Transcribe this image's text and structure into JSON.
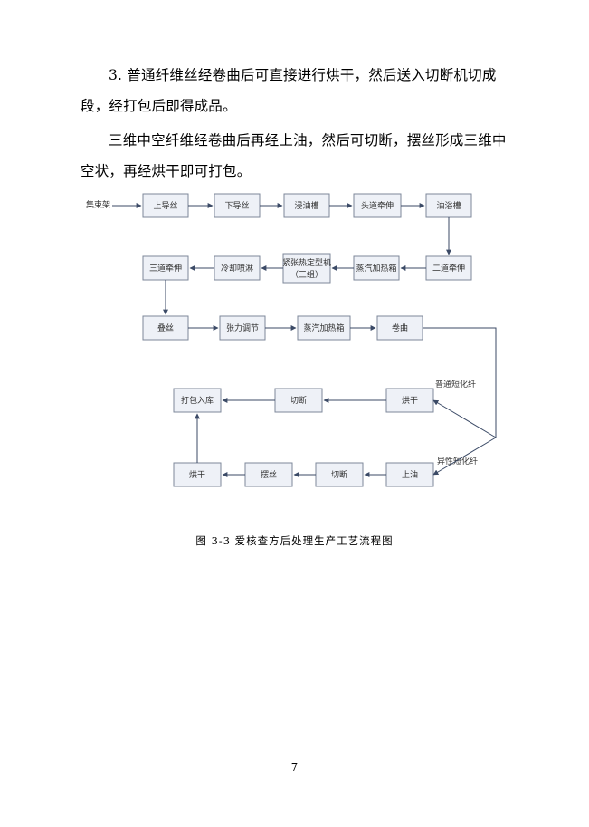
{
  "paragraphs": [
    "3. 普通纤维丝经卷曲后可直接进行烘干，然后送入切断机切成段，经打包后即得成品。",
    "三维中空纤维经卷曲后再经上油，然后可切断，摆丝形成三维中空状，再经烘干即可打包。"
  ],
  "flowchart": {
    "start_label": "集束架",
    "nodes": {
      "shang_daosi": "上导丝",
      "xia_daosi": "下导丝",
      "jinyoucao": "浸油槽",
      "toudao_qianshen": "头道牵伸",
      "youyucao": "油浴槽",
      "erdao_qianshen": "二道牵伸",
      "zhengqi_1": "蒸汽加热箱",
      "jinzhang_1": "紧张热定型机",
      "jinzhang_2": "（三组）",
      "lengque": "冷却喷淋",
      "sandao_qianshen": "三道牵伸",
      "diesi": "叠丝",
      "zhangli": "张力调节",
      "zhengqi_2": "蒸汽加热箱",
      "juanqu": "卷曲",
      "honggan_1": "烘干",
      "qieduan_1": "切断",
      "dabao": "打包入库",
      "shangyou": "上油",
      "qieduan_2": "切断",
      "baisi": "摆丝",
      "honggan_2": "烘干"
    },
    "branch_upper": "普通短化纤",
    "branch_lower": "异性短化纤"
  },
  "caption": "图 3-3 爱核查方后处理生产工艺流程图",
  "page_number": "7"
}
